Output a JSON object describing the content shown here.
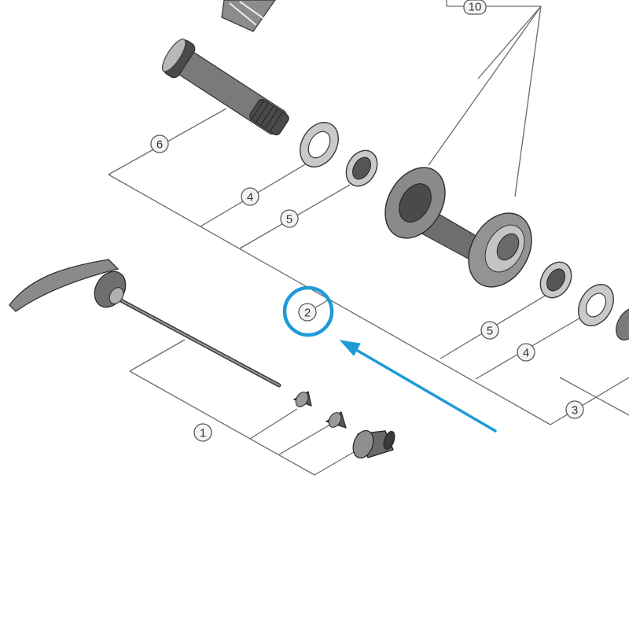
{
  "diagram": {
    "highlight_color": "#1e9ad6",
    "callouts": {
      "axle": "6",
      "washer_upper": "4",
      "bearing_upper": "5",
      "spoke_ref": "10",
      "highlighted": "2",
      "bearing_lower": "5",
      "washer_lower": "4",
      "locknut": "3",
      "skewer": "1"
    },
    "icons": {
      "arrow": "arrow-pointing-up-left-icon",
      "highlight": "circle-highlight-icon"
    }
  }
}
